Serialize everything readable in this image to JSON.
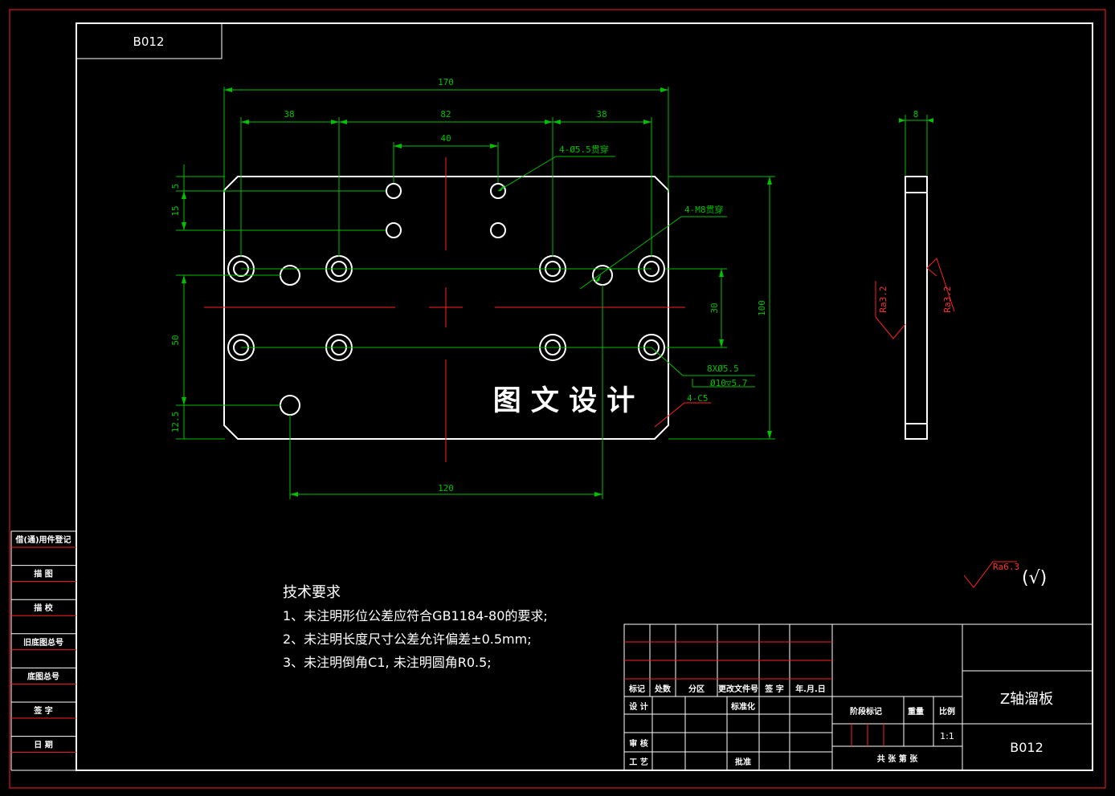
{
  "drawing": {
    "code_box": "B012",
    "dims": {
      "d170": "170",
      "d38a": "38",
      "d82": "82",
      "d38b": "38",
      "d40": "40",
      "d5": "5",
      "d15": "15",
      "d50": "50",
      "d12_5": "12.5",
      "d30": "30",
      "d100": "100",
      "d120": "120",
      "d8": "8"
    },
    "callouts": {
      "holes_5_5": "4-Ø5.5贯穿",
      "m8": "4-M8贯穿",
      "cb_hole": "8XØ5.5",
      "cb_depth": "Ø10▽5.7",
      "chamfer": "4-C5"
    },
    "roughness": {
      "left": "Ra3.2",
      "right": "Ra3.2",
      "general": "Ra6.3",
      "general_note": "(√)"
    },
    "watermark": "图 文 设 计",
    "tech_requirements": {
      "title": "技术要求",
      "lines": [
        "1、未注明形位公差应符合GB1184-80的要求;",
        "2、未注明长度尺寸公差允许偏差±0.5mm;",
        "3、未注明倒角C1, 未注明圆角R0.5;"
      ]
    }
  },
  "side_labels": [
    "借(通)用件登记",
    "描  图",
    "描  校",
    "旧底图总号",
    "底图总号",
    "签  字",
    "日  期"
  ],
  "title_block": {
    "hdr": [
      "标记",
      "处数",
      "分区",
      "更改文件号",
      "签  字",
      "年.月.日"
    ],
    "design": "设  计",
    "standard": "标准化",
    "review": "审  核",
    "process": "工  艺",
    "approve": "批准",
    "stage": "阶段标记",
    "weight": "重量",
    "scale": "比例",
    "scale_value": "1:1",
    "sheets": "共    张  第    张",
    "part_name": "Z轴溜板",
    "part_code": "B012"
  }
}
